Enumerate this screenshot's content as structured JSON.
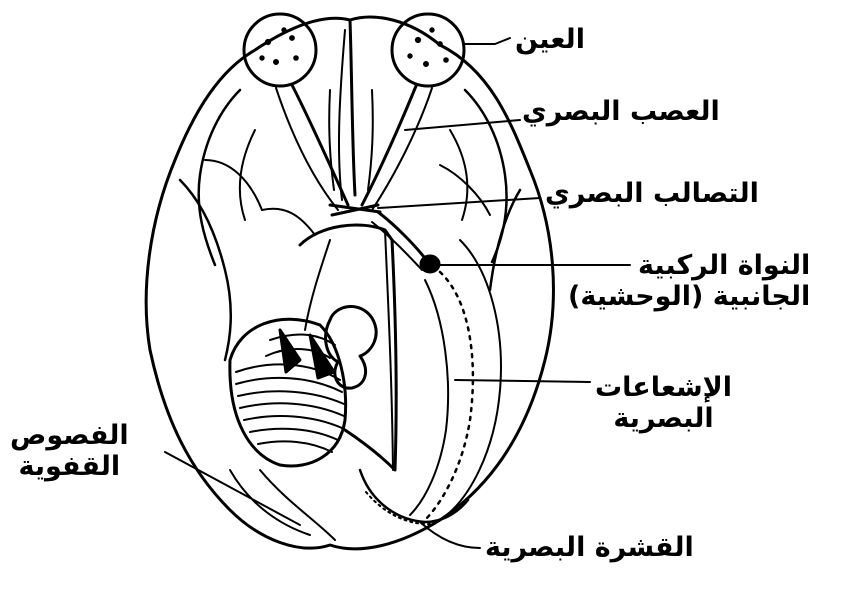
{
  "diagram": {
    "labels": {
      "eye": "العين",
      "optic_nerve": "العصب البصري",
      "optic_chiasm": "التصالب البصري",
      "lgn_line1": "النواة الركبية",
      "lgn_line2": "الجانبية (الوحشية)",
      "optic_radiations_line1": "الإشعاعات",
      "optic_radiations_line2": "البصرية",
      "occipital_lobes_line1": "الفصوص",
      "occipital_lobes_line2": "القفوية",
      "visual_cortex": "القشرة البصرية"
    }
  }
}
